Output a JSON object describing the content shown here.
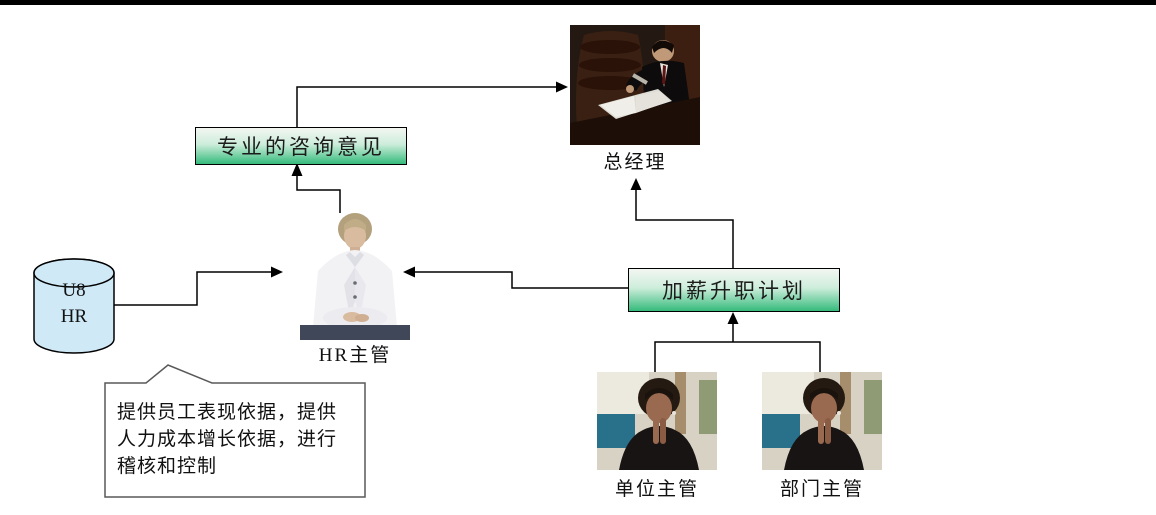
{
  "boxes": {
    "consultation": {
      "label": "专业的咨询意见"
    },
    "raise_plan": {
      "label": "加薪升职计划"
    }
  },
  "database": {
    "line1": "U8",
    "line2": "HR"
  },
  "people": {
    "general_manager": {
      "label": "总经理"
    },
    "hr_manager": {
      "label": "HR主管"
    },
    "unit_manager": {
      "label": "单位主管"
    },
    "dept_manager": {
      "label": "部门主管"
    }
  },
  "callout": {
    "lines": [
      "提供员工表现依据，提供",
      "人力成本增长依据，进行",
      "稽核和控制"
    ]
  },
  "colors": {
    "box_gradient_top": "#f3f6f2",
    "box_gradient_bottom": "#35bb7c",
    "cylinder_fill": "#cfe9f7",
    "connector": "#000000",
    "callout_border": "#595959",
    "top_bar": "#000000"
  }
}
